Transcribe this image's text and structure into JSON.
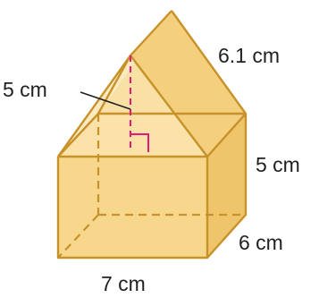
{
  "figure": {
    "labels": {
      "pyramid_height": "5 cm",
      "slant_height": "6.1 cm",
      "prism_height": "5 cm",
      "prism_depth": "6 cm",
      "prism_width": "7 cm"
    }
  },
  "colors": {
    "edge": "#c7922a",
    "front_face": "#f7d78c",
    "side_face": "#efc56b",
    "top_face": "#f9e3a8",
    "pyramid_front": "#f9deA0",
    "pyramid_right": "#f3cf7e",
    "height_marker": "#e8177a",
    "text": "#231f20"
  }
}
